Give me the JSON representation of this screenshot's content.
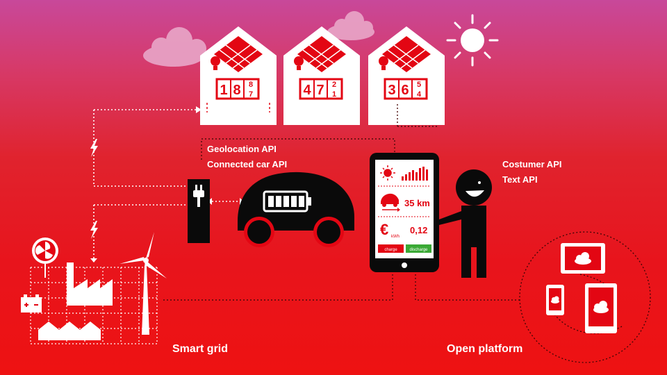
{
  "houses": [
    {
      "counter": {
        "d1": "1",
        "d2": "8",
        "top": "8",
        "bottom": "7"
      }
    },
    {
      "counter": {
        "d1": "4",
        "d2": "7",
        "top": "2",
        "bottom": "1"
      }
    },
    {
      "counter": {
        "d1": "3",
        "d2": "6",
        "top": "5",
        "bottom": "4"
      }
    }
  ],
  "api_labels": {
    "geolocation": "Geolocation API",
    "connected_car": "Connected car API",
    "customer": "Costumer API",
    "text": "Text API"
  },
  "tablet": {
    "distance": "35 km",
    "euro_unit": "kWh",
    "price": "0,12",
    "charge_button": "charge",
    "discharge_button": "discharge"
  },
  "captions": {
    "smart_grid": "Smart grid",
    "open_platform": "Open platform"
  },
  "colors": {
    "accent_red": "#e30613",
    "green": "#3aa935",
    "ink": "#000000",
    "white": "#ffffff"
  },
  "icons": [
    "cloud-icon",
    "sun-icon",
    "lightbulb-icon",
    "solar-panel-icon",
    "lightning-icon",
    "plug-icon",
    "battery-icon",
    "bar-chart-icon",
    "car-icon",
    "euro-icon",
    "person-icon",
    "factory-icon",
    "wind-turbine-icon",
    "fan-icon",
    "car-battery-icon",
    "tablet-icon",
    "phone-icon"
  ]
}
